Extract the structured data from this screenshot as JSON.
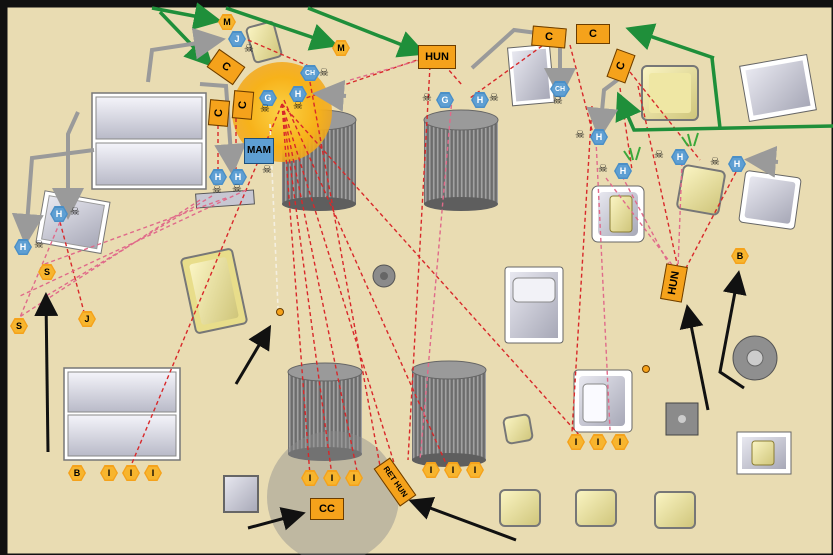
{
  "colors": {
    "ground": "#e9dcb2",
    "border": "#111111",
    "unit_orange": "#f5a21b",
    "unit_blue": "#4a8fc7",
    "red_line": "#d8282a",
    "pink_line": "#e06a8a",
    "green_arrow": "#1f8f3a",
    "gray_arrow": "#9a9a9a",
    "black_arrow": "#111111",
    "explosion": "#f9b20d"
  },
  "icons": {
    "skull": "skull-icon",
    "grass": "grass-tuft-icon"
  },
  "labels": {
    "hun_top": "HUN",
    "hun_right": "HUN",
    "mam": "MAM",
    "cc": "CC",
    "ret_hun": "RET HUN",
    "c": "C",
    "h": "H",
    "g": "G",
    "ch": "CH",
    "j": "J",
    "m": "M",
    "s": "S",
    "b": "B",
    "i": "I"
  }
}
